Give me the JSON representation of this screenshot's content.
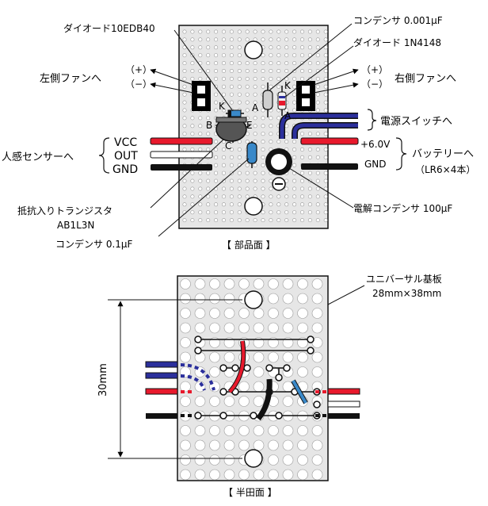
{
  "top_labels": {
    "diode1": "ダイオード10EDB40",
    "cap1": "コンデンサ 0.001μF",
    "diode2": "ダイオード 1N4148",
    "left_fan": "左側ファンへ",
    "right_fan": "右側ファンへ",
    "plus_left": "（+）",
    "minus_left": "（−）",
    "plus_right": "（+）",
    "minus_right": "（−）",
    "power_switch": "電源スイッチへ",
    "vcc": "VCC",
    "out": "OUT",
    "gnd_sensor": "GND",
    "sensor": "人感センサーへ",
    "v6": "+6.0V",
    "gnd_batt": "GND",
    "battery": "バッテリーへ",
    "battery_sub": "（LR6×4本）",
    "transistor": "抵抗入りトランジスタ",
    "transistor_part": "AB1L3N",
    "electrolytic": "電解コンデンサ 100μF",
    "cap2": "コンデンサ 0.1μF",
    "pin_k1": "K",
    "pin_a1": "A",
    "pin_k2": "K",
    "pin_a2": "A",
    "pin_b": "B",
    "pin_c": "C",
    "pin_e": "E",
    "section_top": "【 部品面 】"
  },
  "bottom_labels": {
    "board": "ユニバーサル基板",
    "board_size": "28mm×38mm",
    "dimension": "30mm",
    "section_bottom": "【 半田面 】"
  },
  "colors": {
    "board": "#e6e6e6",
    "wire_red": "#e8192c",
    "wire_blue": "#2b2f9c",
    "wire_black": "#111111",
    "diode_blue": "#3a89c9",
    "hole": "#ffffff"
  }
}
